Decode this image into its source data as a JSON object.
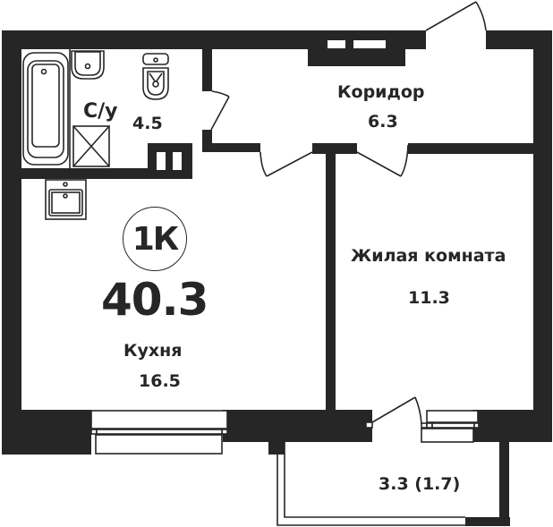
{
  "plan": {
    "apartment_type": "1К",
    "total_area": "40.3",
    "colors": {
      "wall": "#262626",
      "background": "#ffffff"
    },
    "rooms": [
      {
        "id": "bathroom",
        "name": "С/у",
        "area": "4.5"
      },
      {
        "id": "corridor",
        "name": "Коридор",
        "area": "6.3"
      },
      {
        "id": "kitchen",
        "name": "Кухня",
        "area": "16.5"
      },
      {
        "id": "living_room",
        "name": "Жилая комната",
        "area": "11.3"
      },
      {
        "id": "balcony",
        "name": "",
        "area": "3.3 (1.7)"
      }
    ],
    "fixtures": [
      "bathtub",
      "washbasin",
      "toilet",
      "shower-tray",
      "kitchen-sink"
    ]
  }
}
